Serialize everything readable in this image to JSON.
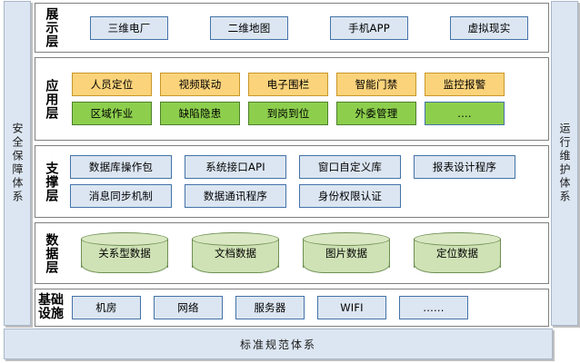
{
  "sidebars": {
    "left": {
      "label": "安全保障体系"
    },
    "right": {
      "label": "运行维护体系"
    }
  },
  "bottom_bar": {
    "label": "标准规范体系"
  },
  "layers": [
    {
      "id": "presentation",
      "label": "展示层",
      "rows": [
        {
          "style": "blue",
          "items": [
            {
              "label": "三维电厂"
            },
            {
              "label": "二维地图"
            },
            {
              "label": "手机APP"
            },
            {
              "label": "虚拟现实"
            }
          ]
        }
      ]
    },
    {
      "id": "application",
      "label": "应用层",
      "rows": [
        {
          "style": "orange",
          "items": [
            {
              "label": "人员定位"
            },
            {
              "label": "视频联动"
            },
            {
              "label": "电子围栏"
            },
            {
              "label": "智能门禁"
            },
            {
              "label": "监控报警"
            }
          ]
        },
        {
          "style": "green",
          "items": [
            {
              "label": "区域作业"
            },
            {
              "label": "缺陷隐患"
            },
            {
              "label": "到岗到位"
            },
            {
              "label": "外委管理"
            },
            {
              "label": "...."
            }
          ]
        }
      ]
    },
    {
      "id": "support",
      "label": "支撑层",
      "rows": [
        {
          "style": "blue",
          "items": [
            {
              "label": "数据库操作包"
            },
            {
              "label": "系统接口API"
            },
            {
              "label": "窗口自定义库"
            },
            {
              "label": "报表设计程序"
            }
          ]
        },
        {
          "style": "blue",
          "items": [
            {
              "label": "消息同步机制"
            },
            {
              "label": "数据通讯程序"
            },
            {
              "label": "身份权限认证"
            }
          ]
        }
      ]
    },
    {
      "id": "data",
      "label": "数据层",
      "rows": [
        {
          "style": "cylinder",
          "items": [
            {
              "label": "关系型数据"
            },
            {
              "label": "文档数据"
            },
            {
              "label": "图片数据"
            },
            {
              "label": "定位数据"
            }
          ]
        }
      ]
    },
    {
      "id": "infrastructure",
      "label": "基础设施",
      "rows": [
        {
          "style": "blue",
          "items": [
            {
              "label": "机房"
            },
            {
              "label": "网络"
            },
            {
              "label": "服务器"
            },
            {
              "label": "WIFI"
            },
            {
              "label": "......"
            }
          ]
        }
      ]
    }
  ],
  "colors": {
    "blue_fill": "#dce6f2",
    "blue_border": "#4472a8",
    "orange_fill": "#fbd37a",
    "orange_border": "#c9962a",
    "green_fill": "#8dcf4d",
    "green_border": "#4f7f2e",
    "cylinder_fill": "#cfe2b5",
    "cylinder_border": "#6f8f54",
    "panel_border": "#7f7f7f",
    "band_fill": "#dce6f2"
  }
}
